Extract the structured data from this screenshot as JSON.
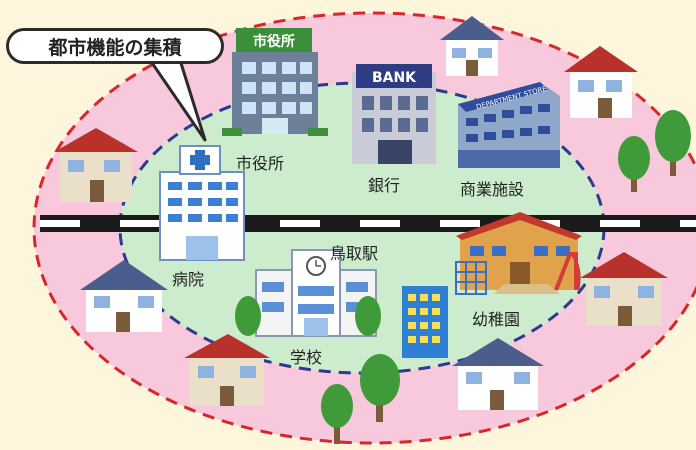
{
  "title": "都市機能の集積",
  "labels": {
    "city_hall": "市役所",
    "bank": "銀行",
    "commercial": "商業施設",
    "hospital": "病院",
    "station": "鳥取駅",
    "kindergarten": "幼稚園",
    "school": "学校"
  },
  "signs": {
    "city_hall_sign": "市役所",
    "bank_sign": "BANK",
    "store_sign": "DEPARTMENT STORE"
  },
  "colors": {
    "background": "#fdf6dc",
    "outer_zone": "#f8c8dc",
    "inner_zone": "#cdeccd",
    "outer_border": "#d9262b",
    "inner_border": "#2b3a8c",
    "rail": "#1a1a1a"
  }
}
